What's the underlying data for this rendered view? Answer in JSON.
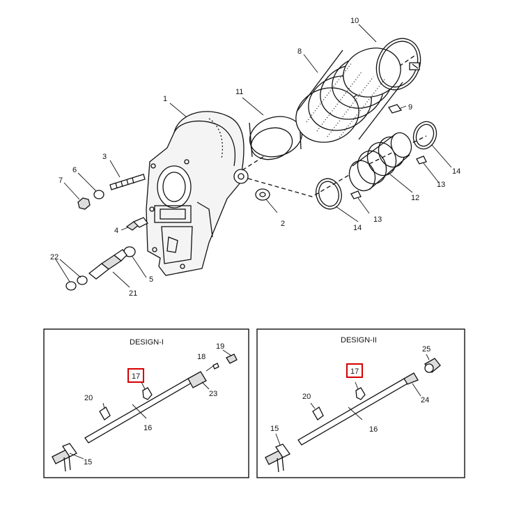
{
  "panels": {
    "left_title": "DESIGN-I",
    "right_title": "DESIGN-II"
  },
  "callouts": {
    "c1": "1",
    "c2": "2",
    "c3": "3",
    "c4": "4",
    "c5": "5",
    "c6": "6",
    "c7": "7",
    "c8": "8",
    "c9": "9",
    "c10": "10",
    "c11": "11",
    "c12": "12",
    "c13a": "13",
    "c13b": "13",
    "c14a": "14",
    "c14b": "14",
    "c21": "21",
    "c22": "22",
    "d1_15": "15",
    "d1_16": "16",
    "d1_17": "17",
    "d1_18": "18",
    "d1_19": "19",
    "d1_20": "20",
    "d1_23": "23",
    "d2_15": "15",
    "d2_16": "16",
    "d2_17": "17",
    "d2_20": "20",
    "d2_24": "24",
    "d2_25": "25"
  },
  "highlight_color": "#d40000",
  "line_color": "#111111"
}
